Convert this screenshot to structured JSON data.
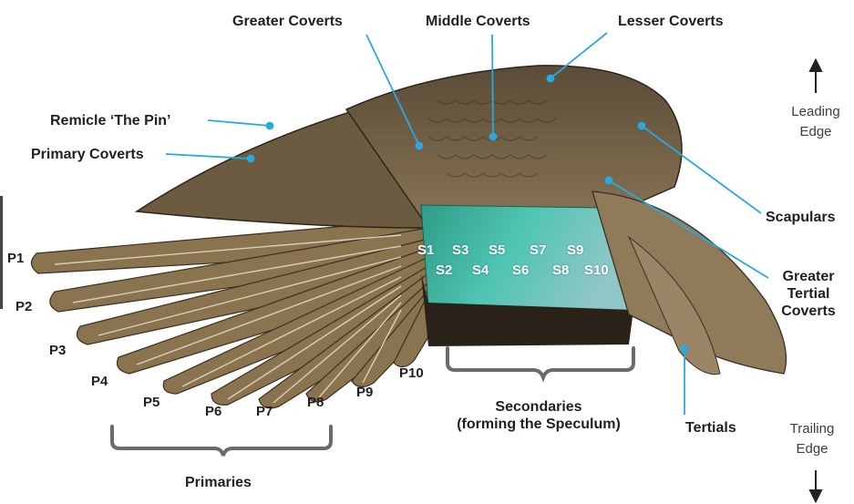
{
  "labels": {
    "greater_coverts": "Greater Coverts",
    "middle_coverts": "Middle Coverts",
    "lesser_coverts": "Lesser Coverts",
    "remicle": "Remicle ‘The Pin’",
    "primary_coverts": "Primary Coverts",
    "scapulars": "Scapulars",
    "greater_tertial_coverts": [
      "Greater",
      "Tertial",
      "Coverts"
    ],
    "secondaries": [
      "Secondaries",
      "(forming the Speculum)"
    ],
    "tertials": "Tertials",
    "primaries": "Primaries"
  },
  "edges": {
    "leading": [
      "Leading",
      "Edge"
    ],
    "trailing": [
      "Trailing",
      "Edge"
    ]
  },
  "primaries": [
    "P1",
    "P2",
    "P3",
    "P4",
    "P5",
    "P6",
    "P7",
    "P8",
    "P9",
    "P10"
  ],
  "secondaries": [
    "S1",
    "S2",
    "S3",
    "S4",
    "S5",
    "S6",
    "S7",
    "S8",
    "S9",
    "S10"
  ],
  "colors": {
    "leader_line": "#29a9e0",
    "bracket": "#6b6b6b",
    "speculum": "#3fb8a4",
    "feather_brown": "#7a6648"
  }
}
